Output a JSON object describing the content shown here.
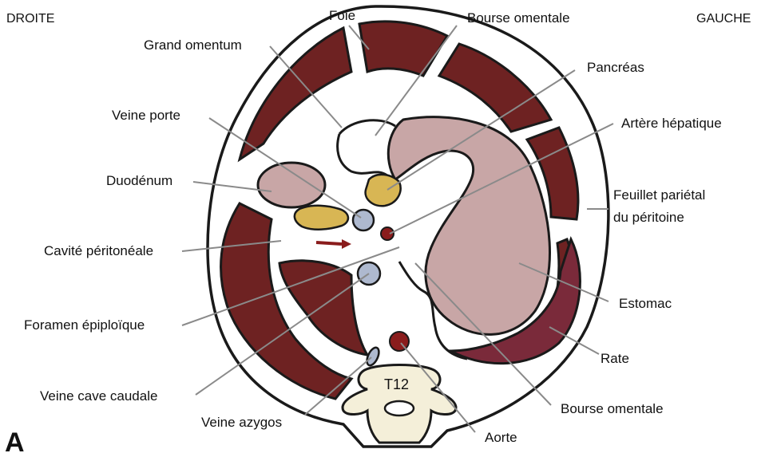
{
  "corners": {
    "right_side": "DROITE",
    "left_side": "GAUCHE"
  },
  "panel_letter": "A",
  "vertebra": "T12",
  "labels": {
    "foie": "Foie",
    "bourse_omentale_top": "Bourse omentale",
    "grand_omentum": "Grand omentum",
    "pancreas": "Pancréas",
    "veine_porte": "Veine porte",
    "artere_hepatique": "Artère hépatique",
    "duodenum": "Duodénum",
    "feuillet_line1": "Feuillet pariétal",
    "feuillet_line2": "du péritoine",
    "cavite_peritoneale": "Cavité péritonéale",
    "estomac": "Estomac",
    "foramen": "Foramen épiploïque",
    "rate": "Rate",
    "veine_cave": "Veine cave caudale",
    "bourse_omentale_bottom": "Bourse omentale",
    "veine_azygos": "Veine azygos",
    "aorte": "Aorte"
  },
  "colors": {
    "muscle": "#6e2222",
    "organ": "#c8a6a6",
    "pancreas": "#d8b654",
    "vein": "#aeb9cf",
    "artery": "#8a1c1c",
    "leader": "#8a8a8a"
  }
}
